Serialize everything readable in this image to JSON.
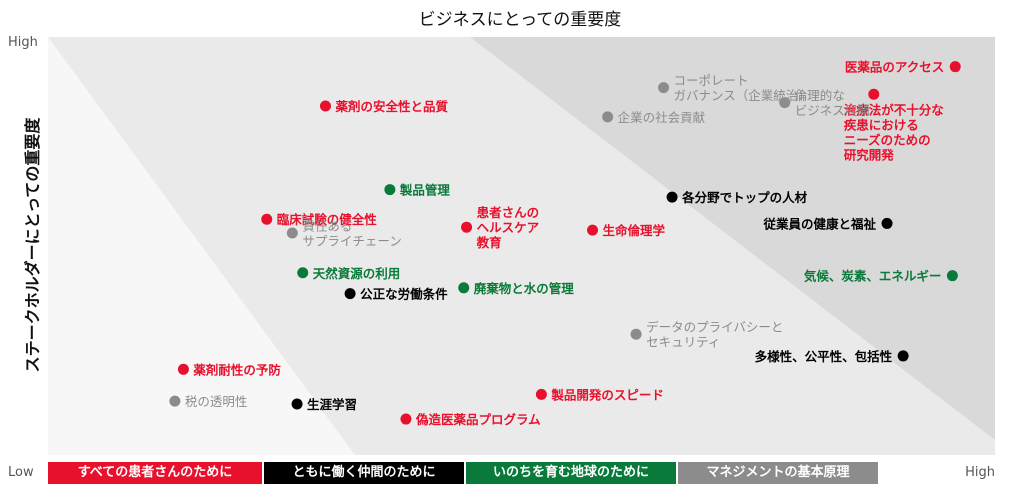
{
  "chart_data": {
    "type": "scatter",
    "title": "ビジネスにとっての重要度",
    "ylabel": "ステークホルダーにとっての重要度",
    "x_low_label": "Low",
    "x_high_label": "High",
    "y_high_label": "High",
    "xlim": [
      0,
      100
    ],
    "ylim": [
      0,
      100
    ],
    "grid": false,
    "legend_placement": "bottom",
    "categories": [
      {
        "id": "patients",
        "label": "すべての患者さんのために",
        "color": "#e8112d"
      },
      {
        "id": "colleagues",
        "label": "ともに働く仲間のために",
        "color": "#000000"
      },
      {
        "id": "planet",
        "label": "いのちを育む地球のために",
        "color": "#0a7a3a"
      },
      {
        "id": "management",
        "label": "マネジメントの基本原理",
        "color": "#8c8c8c"
      }
    ],
    "points": [
      {
        "lines": [
          "医薬品のアクセス"
        ],
        "category": "patients",
        "x": 95.8,
        "y": 92.9
      },
      {
        "lines": [
          "治療法が不十分な",
          "疾患における",
          "ニーズのための",
          "研究開発"
        ],
        "category": "patients",
        "x": 87.2,
        "y": 86.3
      },
      {
        "lines": [
          "薬剤の安全性と品質"
        ],
        "category": "patients",
        "x": 29.3,
        "y": 83.5
      },
      {
        "lines": [
          "臨床試験の健全性"
        ],
        "category": "patients",
        "x": 23.1,
        "y": 56.4
      },
      {
        "lines": [
          "患者さんの",
          "ヘルスケア",
          "教育"
        ],
        "category": "patients",
        "x": 44.2,
        "y": 54.5
      },
      {
        "lines": [
          "生命倫理学"
        ],
        "category": "patients",
        "x": 57.5,
        "y": 53.8
      },
      {
        "lines": [
          "薬剤耐性の予防"
        ],
        "category": "patients",
        "x": 14.3,
        "y": 20.5
      },
      {
        "lines": [
          "製品開発のスピード"
        ],
        "category": "patients",
        "x": 52.1,
        "y": 14.5
      },
      {
        "lines": [
          "偽造医薬品プログラム"
        ],
        "category": "patients",
        "x": 37.8,
        "y": 8.6
      },
      {
        "lines": [
          "各分野でトップの人材"
        ],
        "category": "colleagues",
        "x": 65.9,
        "y": 61.7
      },
      {
        "lines": [
          "従業員の健康と福祉"
        ],
        "category": "colleagues",
        "x": 88.6,
        "y": 55.4
      },
      {
        "lines": [
          "公正な労働条件"
        ],
        "category": "colleagues",
        "x": 31.9,
        "y": 38.6
      },
      {
        "lines": [
          "多様性、公平性、包括性"
        ],
        "category": "colleagues",
        "x": 90.3,
        "y": 23.7
      },
      {
        "lines": [
          "生涯学習"
        ],
        "category": "colleagues",
        "x": 26.3,
        "y": 12.2
      },
      {
        "lines": [
          "製品管理"
        ],
        "category": "planet",
        "x": 36.1,
        "y": 63.5
      },
      {
        "lines": [
          "天然資源の利用"
        ],
        "category": "planet",
        "x": 26.9,
        "y": 43.6
      },
      {
        "lines": [
          "廃棄物と水の管理"
        ],
        "category": "planet",
        "x": 43.9,
        "y": 40.0
      },
      {
        "lines": [
          "気候、炭素、エネルギー"
        ],
        "category": "planet",
        "x": 95.5,
        "y": 42.9
      },
      {
        "lines": [
          "コーポレート",
          "ガバナンス（企業統治）"
        ],
        "category": "management",
        "x": 65.0,
        "y": 87.9
      },
      {
        "lines": [
          "倫理的な",
          "ビジネス展開"
        ],
        "category": "management",
        "x": 77.8,
        "y": 84.3
      },
      {
        "lines": [
          "企業の社会貢献"
        ],
        "category": "management",
        "x": 59.1,
        "y": 80.9
      },
      {
        "lines": [
          "責任ある",
          "サプライチェーン"
        ],
        "category": "management",
        "x": 25.8,
        "y": 53.1
      },
      {
        "lines": [
          "データのプライバシーと",
          "セキュリティ"
        ],
        "category": "management",
        "x": 62.1,
        "y": 28.9
      },
      {
        "lines": [
          "税の透明性"
        ],
        "category": "management",
        "x": 13.4,
        "y": 12.9
      }
    ]
  }
}
